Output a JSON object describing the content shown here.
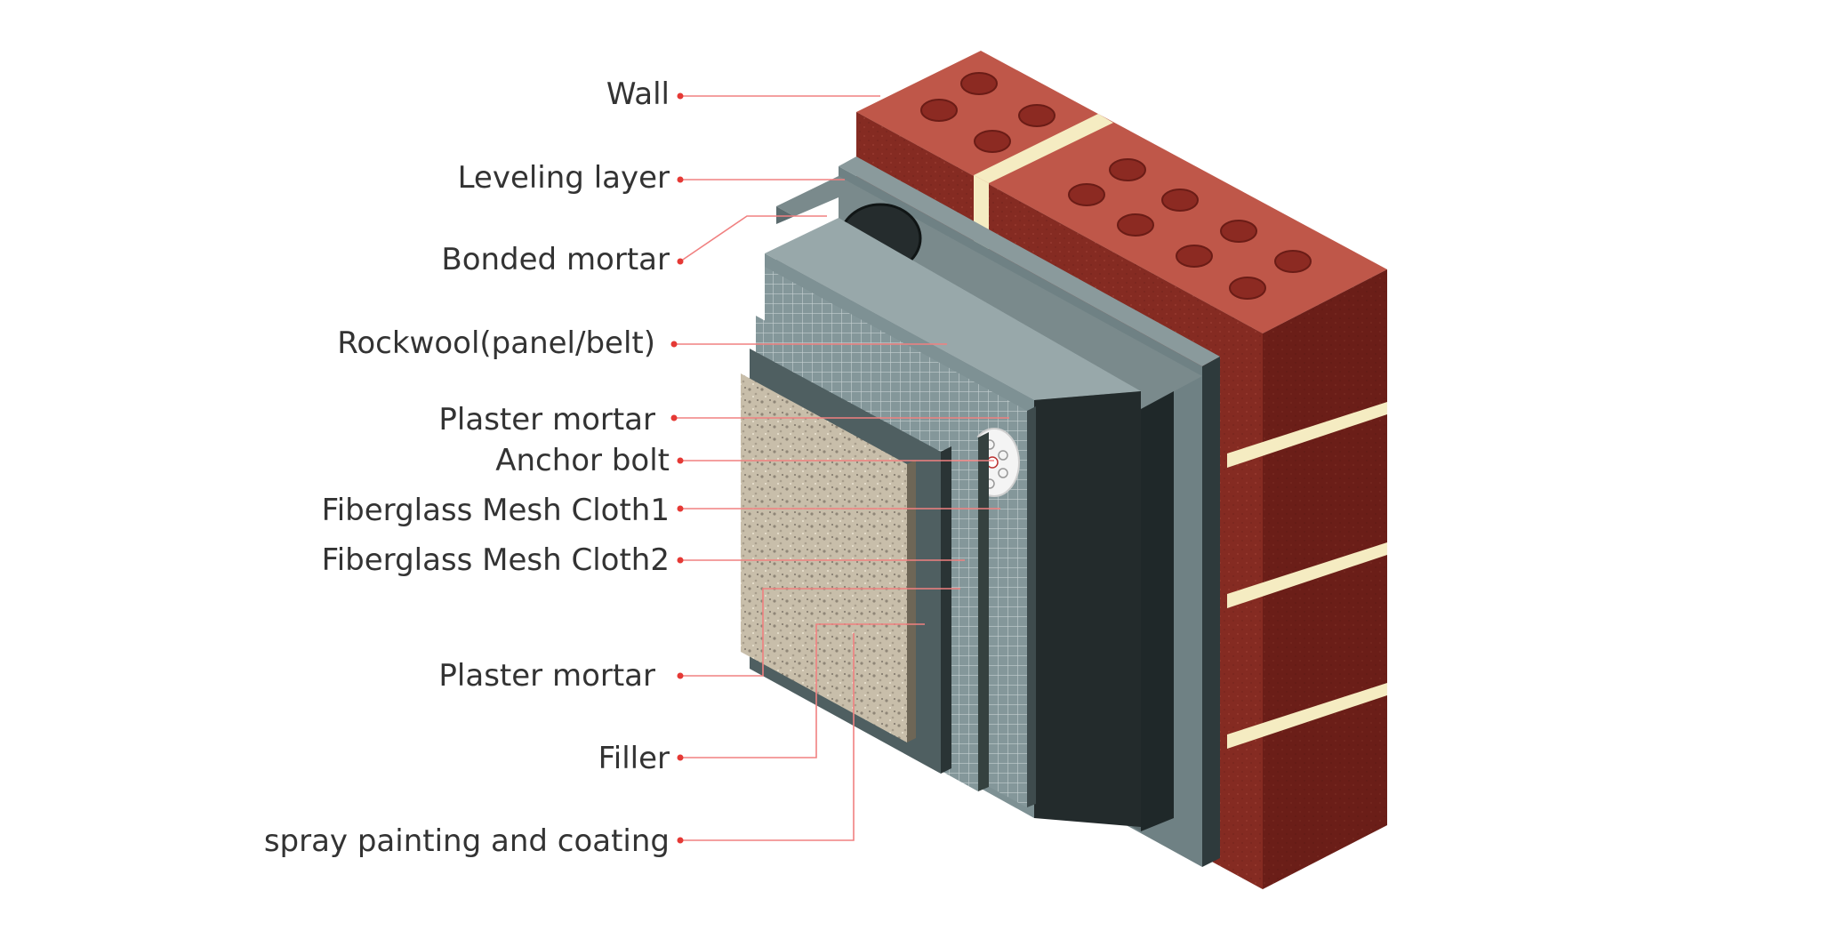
{
  "labels": [
    "Wall",
    "Leveling layer",
    "Bonded mortar",
    "Rockwool(panel/belt)",
    "Plaster mortar",
    "Anchor bolt",
    "Fiberglass Mesh Cloth1",
    "Fiberglass Mesh Cloth2",
    "Plaster mortar",
    "Filler",
    "spray painting and coating"
  ],
  "colors": {
    "leader_line": "#f08080",
    "leader_dot": "#e53935",
    "label_text": "#333333",
    "brick": "#8e2f25",
    "brick_top": "#c05548",
    "brick_dark": "#5a1712",
    "mortar_joint": "#f5ecc2",
    "leveling": "#66787a",
    "mortar_grey": "#5f6f72",
    "rockwool": "#7b8e90",
    "mesh": "#88999b",
    "finish_stone": "#c9bfa8"
  }
}
